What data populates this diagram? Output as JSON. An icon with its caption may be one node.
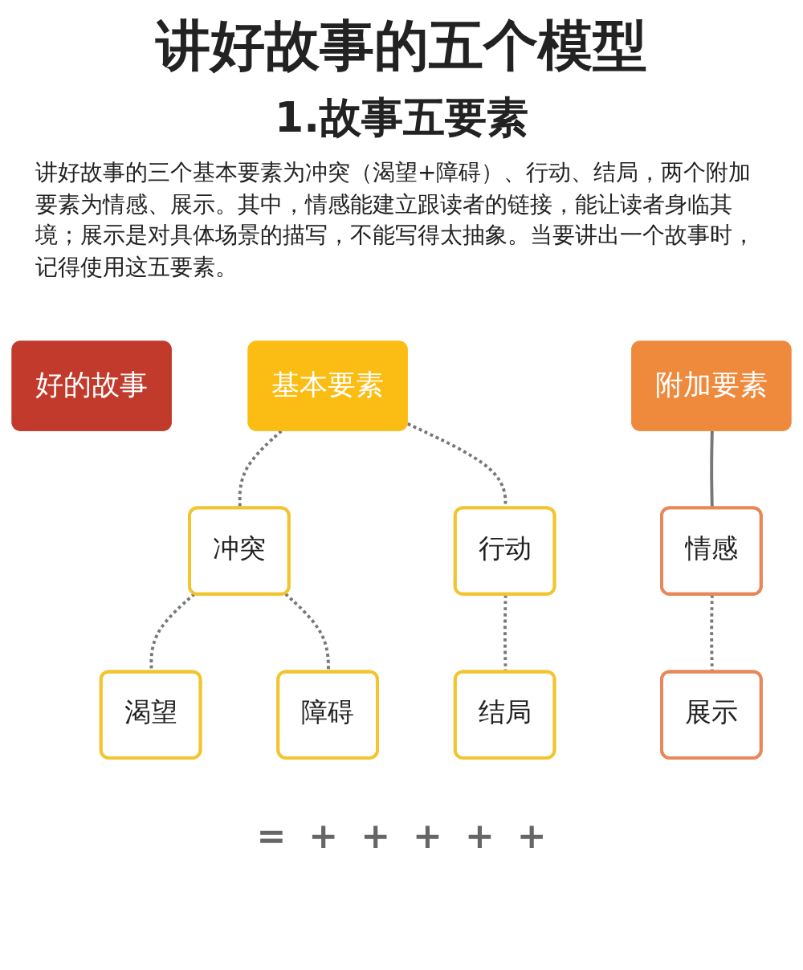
{
  "diagram": {
    "title": "讲好故事的五个模型",
    "nodes": [
      {
        "text": [
          "好的故事"
        ]
      },
      {
        "text": [
          "基本要素"
        ]
      },
      {
        "text": [
          "附加要素"
        ]
      },
      {
        "text": [
          "冲突"
        ]
      },
      {
        "text": [
          "行动"
        ]
      },
      {
        "text": [
          "结局"
        ]
      },
      {
        "text": [
          "情感"
        ]
      },
      {
        "text": [
          "展示"
        ]
      },
      {
        "text": [
          "渴望"
        ]
      },
      {
        "text": [
          "障碍"
        ]
      }
    ],
    "edges": [
      {
        "from": 1,
        "to": 3,
        "arrow": "none",
        "style": "dashed"
      },
      {
        "from": 1,
        "to": 4,
        "arrow": "none",
        "style": "dashed"
      },
      {
        "from": 4,
        "to": 5,
        "arrow": "none",
        "style": "dashed"
      },
      {
        "from": 3,
        "to": 8,
        "arrow": "none",
        "style": "dashed"
      },
      {
        "from": 3,
        "to": 9,
        "arrow": "none",
        "style": "dashed"
      },
      {
        "from": 2,
        "to": 6,
        "arrow": "none"
      },
      {
        "from": 6,
        "to": 7,
        "arrow": "none",
        "style": "dashed"
      }
    ],
    "labels": [
      "1.故事五要素",
      "讲好故事的三个基本要素为冲突（渴望+障碍）、行动、结局，两个附加要素为情感、展示。其中，情感能建立跟读者的链接，能让读者身临其境；展示是对具体场景的描写，不能写得太抽象。当要讲出一个故事时，记得使用这五要素。",
      "=",
      "+",
      "+",
      "+",
      "+",
      "+"
    ]
  }
}
